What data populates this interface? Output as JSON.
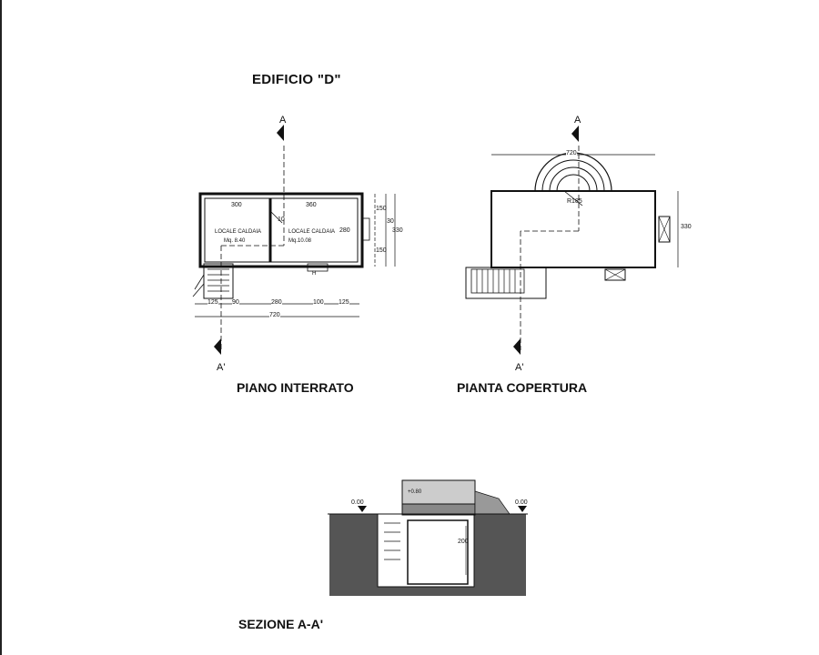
{
  "header": {
    "title": "EDIFICIO \"D\""
  },
  "plans": {
    "basement": {
      "title": "PIANO INTERRATO",
      "room1_name": "LOCALE CALDAIA",
      "room1_area": "Mq. 8.40",
      "room2_name": "LOCALE CALDAIA",
      "room2_area": "Mq.10.08",
      "dim_300": "300",
      "dim_360": "360",
      "dim_10": "10",
      "dim_280v": "280",
      "dim_150a": "150",
      "dim_150b": "150",
      "dim_30": "30",
      "dim_330": "330",
      "dim_125a": "125",
      "dim_90": "90",
      "dim_280": "280",
      "dim_100": "100",
      "dim_125b": "125",
      "dim_720": "720",
      "window_h": "H",
      "section_a": "A",
      "section_a1": "A'"
    },
    "roof": {
      "title": "PIANTA COPERTURA",
      "dim_720": "720",
      "dim_330": "330",
      "radius": "R185",
      "section_a": "A",
      "section_a1": "A'"
    }
  },
  "section": {
    "title": "SEZIONE A-A'",
    "level_left": "0.00",
    "level_right": "0.00",
    "level_top": "+0.80",
    "height": "200"
  }
}
